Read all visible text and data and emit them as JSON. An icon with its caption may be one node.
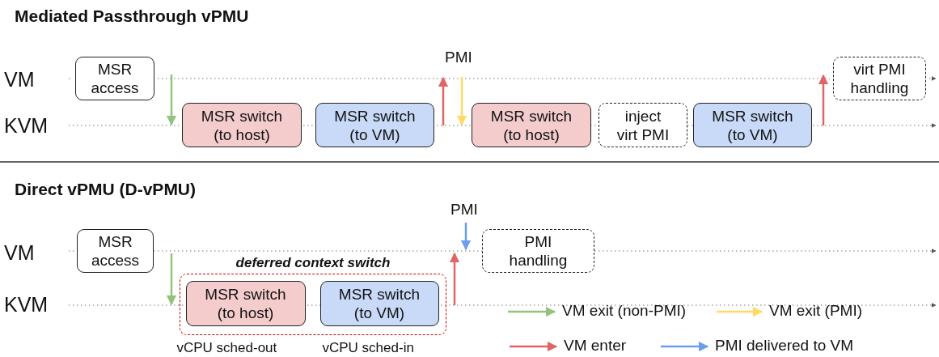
{
  "diagram": {
    "nodes": [
      {
        "text": [
          "MSR access"
        ]
      },
      {
        "text": [
          "MSR switch (to host)"
        ]
      },
      {
        "text": [
          "MSR switch (to VM)"
        ]
      },
      {
        "text": [
          "MSR switch (to host)"
        ]
      },
      {
        "text": [
          "inject virt PMI"
        ]
      },
      {
        "text": [
          "MSR switch (to VM)"
        ]
      },
      {
        "text": [
          "virt PMI handling"
        ]
      },
      {
        "text": [
          "MSR access"
        ]
      },
      {
        "text": [
          "deferred context switch"
        ]
      },
      {
        "text": [
          "MSR switch (to host)"
        ],
        "in": 8,
        "beside": [
          "vCPU sched-out"
        ]
      },
      {
        "text": [
          "MSR switch (to VM)"
        ],
        "in": 8,
        "beside": [
          "vCPU sched-in"
        ]
      },
      {
        "text": [
          "PMI handling"
        ]
      }
    ],
    "labels": [
      "Mediated Passthrough vPMU",
      "PMI",
      "VM",
      "KVM",
      "Direct vPMU (D-vPMU)",
      "PMI",
      "VM",
      "KVM"
    ],
    "legend": [
      {
        "text": "VM exit (non-PMI)"
      },
      {
        "text": "VM exit (PMI)"
      },
      {
        "text": "VM enter"
      },
      {
        "text": "PMI delivered to VM"
      }
    ]
  }
}
